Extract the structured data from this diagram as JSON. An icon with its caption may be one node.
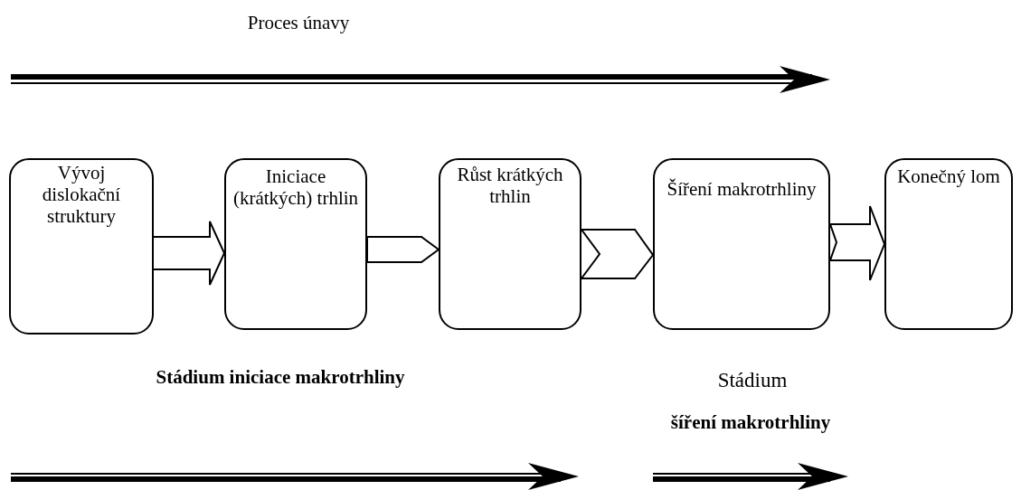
{
  "diagram": {
    "nodes": [
      {
        "text": [
          "Vývoj dislokační struktury"
        ]
      },
      {
        "text": [
          "Iniciace (krátkých) trhlin"
        ]
      },
      {
        "text": [
          "Růst krátkých trhlin"
        ]
      },
      {
        "text": [
          "Šíření makrotrhliny"
        ]
      },
      {
        "text": [
          "Konečný lom"
        ]
      }
    ],
    "edges": [
      {
        "from": 0,
        "to": 1,
        "arrow": "to"
      },
      {
        "from": 1,
        "to": 2,
        "arrow": "to"
      },
      {
        "from": 2,
        "to": 3,
        "arrow": "to"
      },
      {
        "from": 3,
        "to": 4,
        "arrow": "to"
      }
    ],
    "labels": [
      "Proces únavy",
      "Stádium iniciace makrotrhliny",
      "Stádium",
      "šíření makrotrhliny"
    ]
  }
}
